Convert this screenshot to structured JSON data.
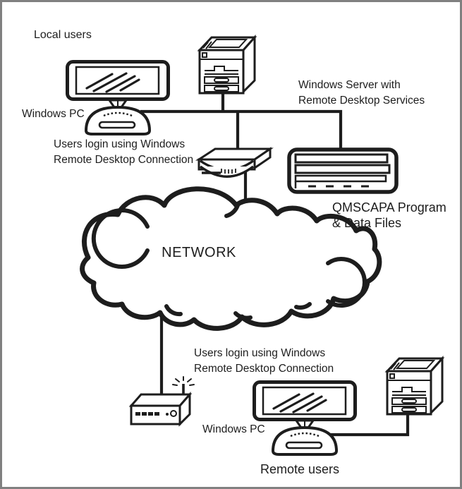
{
  "diagram_title": "Remote Desktop network diagram",
  "colors": {
    "line": "#1d1d1d",
    "frame_border": "#808080",
    "background": "#ffffff"
  },
  "labels": {
    "local_users": "Local users",
    "windows_pc_top": "Windows PC",
    "login_top_line1": "Users login using Windows",
    "login_top_line2": "Remote Desktop Connection",
    "server_line1": "Windows Server with",
    "server_line2": "Remote Desktop Services",
    "qmscapa_line1": "QMSCAPA Program",
    "qmscapa_line2": "& Data Files",
    "network": "NETWORK",
    "login_bottom_line1": "Users login using Windows",
    "login_bottom_line2": "Remote Desktop Connection",
    "windows_pc_bottom": "Windows PC",
    "remote_users": "Remote users"
  },
  "icons": {
    "local_pc": "desktop-computer",
    "top_printer": "printer-copier",
    "hub": "network-hub",
    "server": "server-rack",
    "cloud": "network-cloud",
    "modem": "wireless-modem",
    "remote_pc": "desktop-computer",
    "remote_printer": "printer-copier"
  }
}
